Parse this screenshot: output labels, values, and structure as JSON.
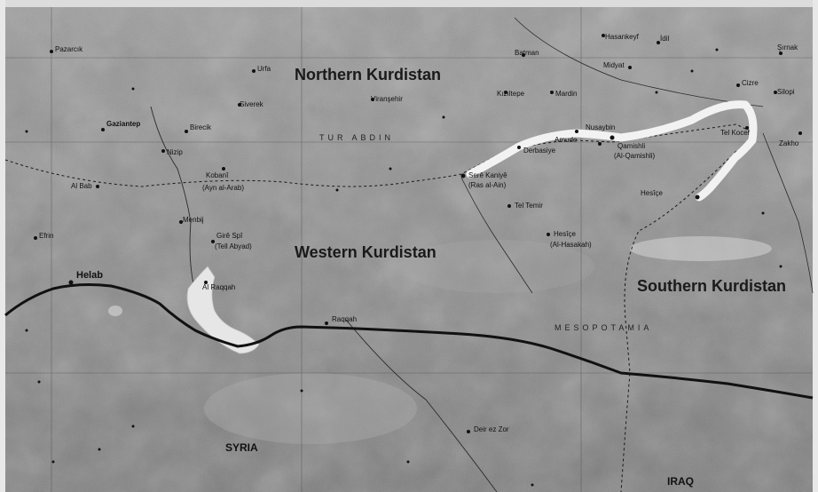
{
  "map": {
    "regions": {
      "northern": "Northern Kurdistan",
      "western": "Western Kurdistan",
      "southern": "Southern Kurdistan"
    },
    "countries": {
      "syria": "SYRIA",
      "iraq": "IRAQ"
    },
    "areas": {
      "mesopotamia": "MESOPOTAMIA",
      "tur_abdin": "TUR ABDIN"
    },
    "cities": {
      "helab": "Helab",
      "al_raqqah": "Al Raqqah",
      "raqqah_town": "Raqqah",
      "deir_ez_zor": "Deir ez Zor",
      "qamishli": "Qamishli",
      "qamishli_alt": "(Al-Qamishli)",
      "nusaybin": "Nusaybin",
      "amuda": "Amude",
      "derbasiye": "Derbasiye",
      "serekaniye": "Serê Kaniyê",
      "serekaniye_alt": "(Ras al-Ain)",
      "kobani": "Kobanî",
      "kobani_alt": "(Ayn al-Arab)",
      "til_kocer": "Tel Kocer",
      "hesice": "Hesîçe",
      "hesice_alt": "(Al-Hasakah)",
      "tel_temir": "Tel Temir",
      "til_abyad": "Girê Spî",
      "til_abyad_alt": "(Tell Abyad)",
      "menbij": "Menbij",
      "afrin": "Efrin",
      "gaziantep": "Gaziantep",
      "urfa": "Urfa",
      "birecik": "Birecik",
      "siverek": "Siverek",
      "viransehir": "Viranşehir",
      "kiziltepe": "Kızıltepe",
      "mardin": "Mardin",
      "midyat": "Midyat",
      "cizre": "Cizre",
      "silopi": "Silopi",
      "zakho": "Zakho",
      "al_bab": "Al Bab",
      "pazarcik": "Pazarcık",
      "nizip": "Nizip",
      "idil": "İdil",
      "sirnak": "Şırnak",
      "batman": "Batman",
      "hasankeyf": "Hasankeyf"
    }
  }
}
